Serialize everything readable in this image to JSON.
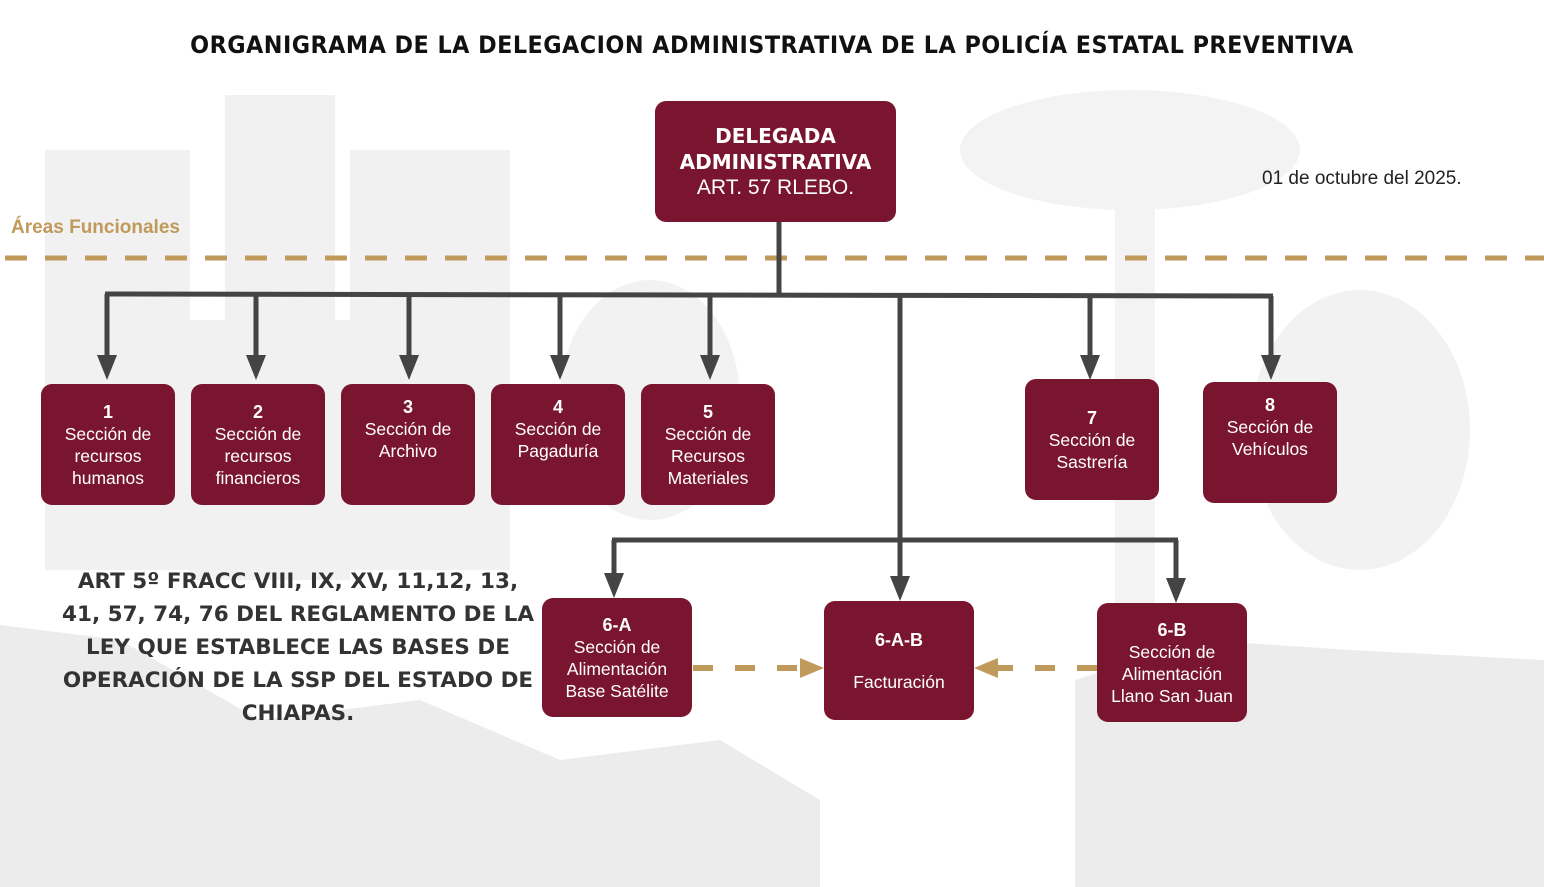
{
  "title": "ORGANIGRAMA DE LA DELEGACION ADMINISTRATIVA DE LA POLICÍA ESTATAL PREVENTIVA",
  "areas_label": "Áreas Funcionales",
  "date": "01 de octubre del 2025.",
  "head": {
    "line1": "DELEGADA",
    "line2": "ADMINISTRATIVA",
    "line3": "ART. 57 RLEBO."
  },
  "units": [
    {
      "num": "1",
      "label": "Sección de recursos humanos"
    },
    {
      "num": "2",
      "label": "Sección de recursos financieros"
    },
    {
      "num": "3",
      "label": "Sección de Archivo"
    },
    {
      "num": "4",
      "label": "Sección de Pagaduría"
    },
    {
      "num": "5",
      "label": "Sección de Recursos Materiales"
    },
    {
      "num": "7",
      "label": "Sección de Sastrería"
    },
    {
      "num": "8",
      "label": "Sección de Vehículos"
    },
    {
      "num": "6-A",
      "label": "Sección de Alimentación Base Satélite"
    },
    {
      "num": "6-A-B",
      "label": "Facturación"
    },
    {
      "num": "6-B",
      "label": "Sección de Alimentación Llano San Juan"
    }
  ],
  "legal_text": "ART 5º FRACC VIII, IX, XV, 11,12, 13, 41, 57, 74, 76 DEL REGLAMENTO DE LA LEY QUE ESTABLECE LAS BASES DE OPERACIÓN DE LA SSP DEL ESTADO DE CHIAPAS.",
  "colors": {
    "box": "#7a1530",
    "accent": "#bf9a5a",
    "line": "#444444"
  }
}
